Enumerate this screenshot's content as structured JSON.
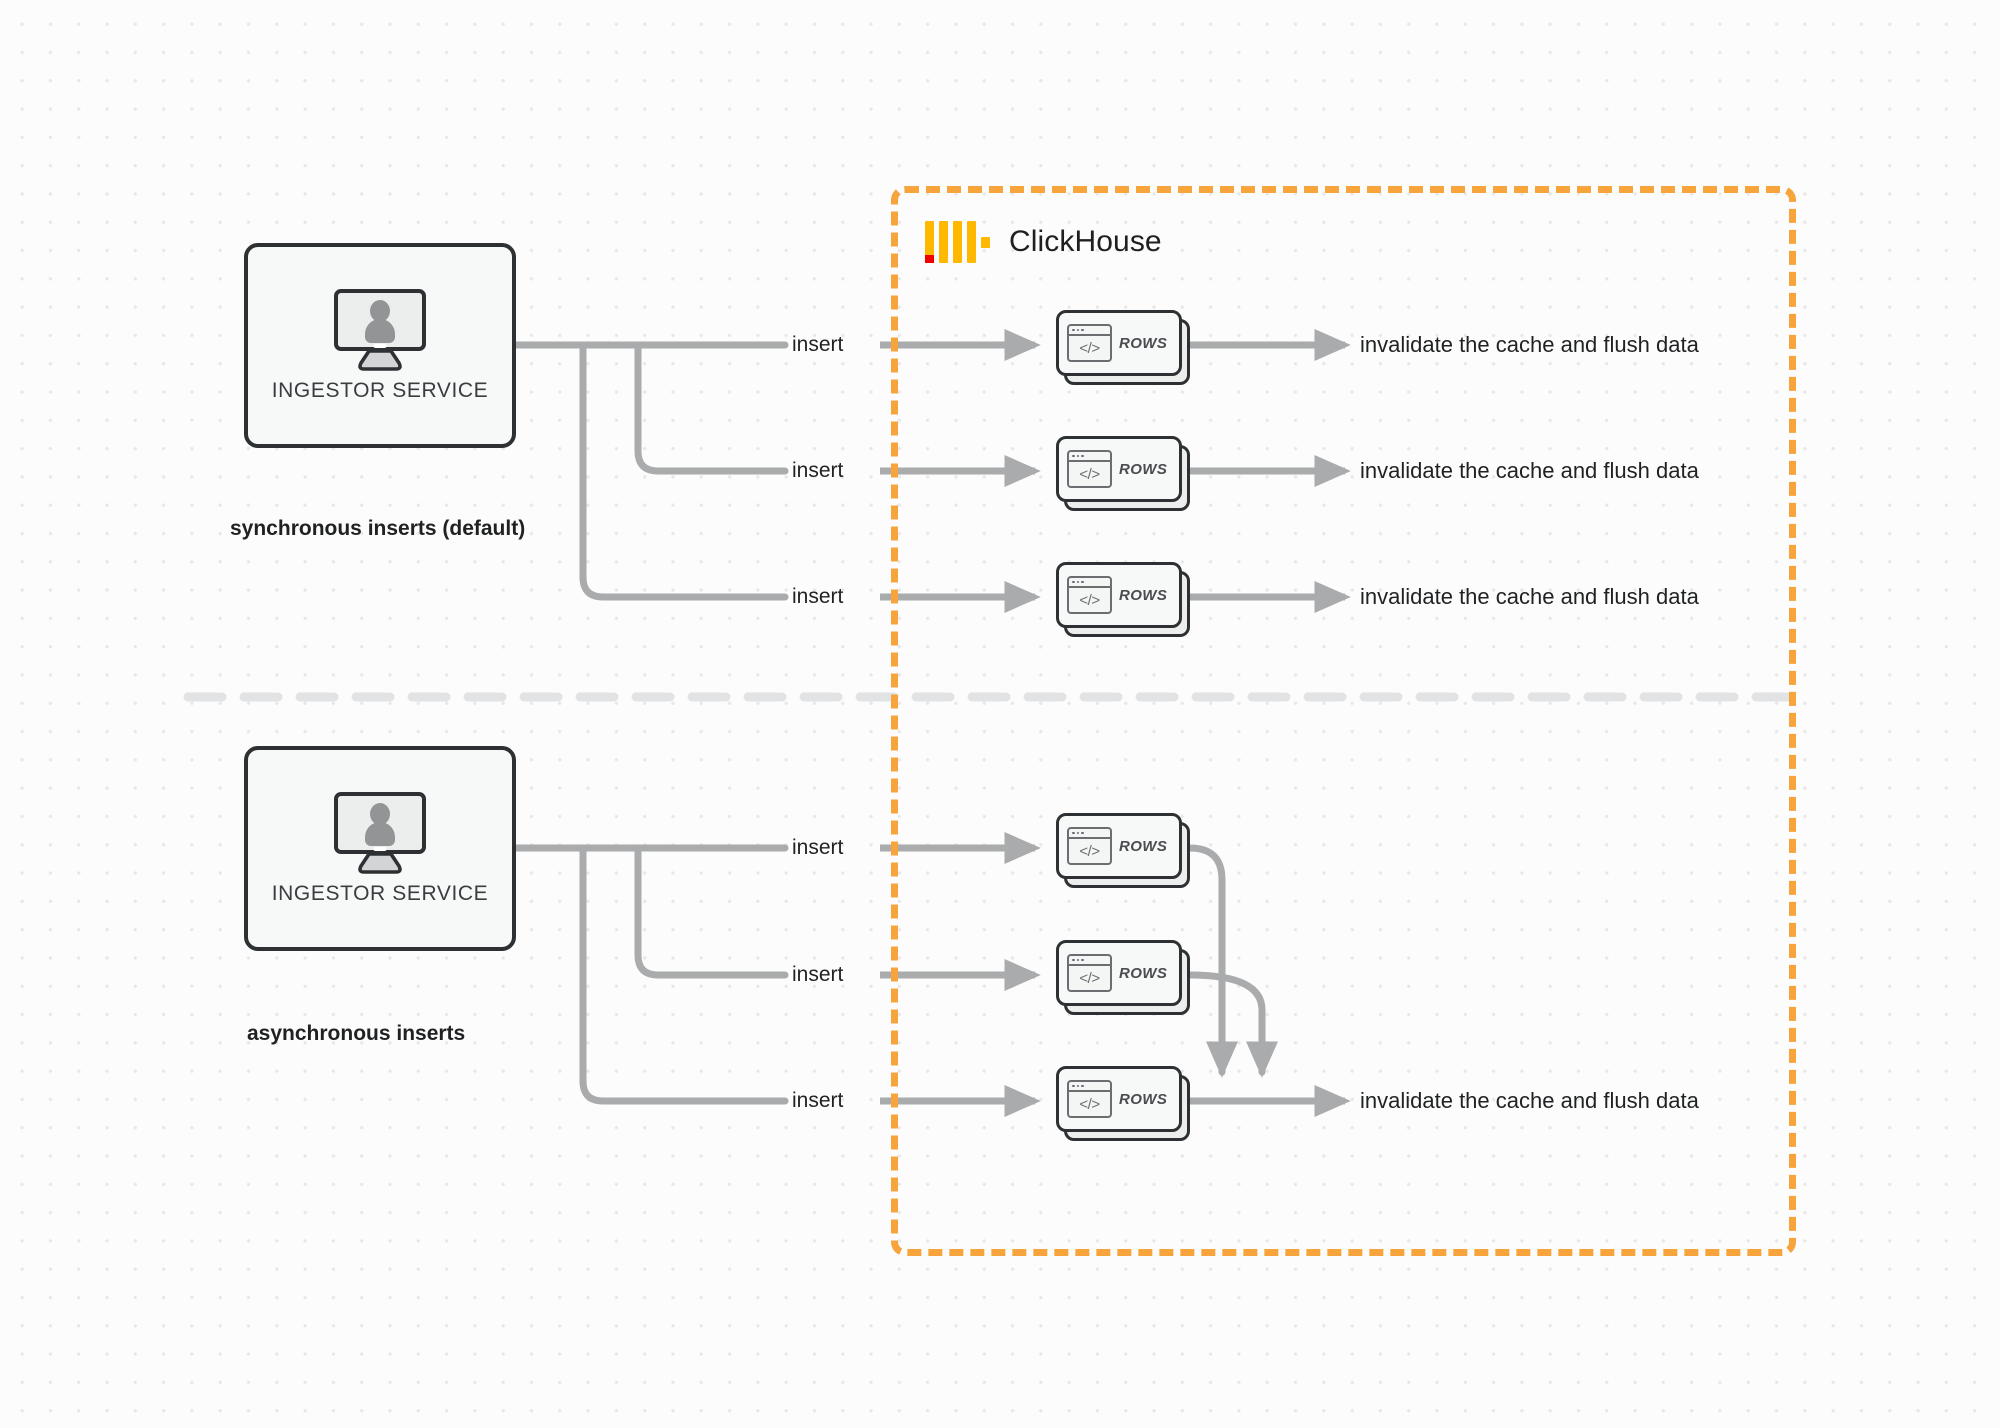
{
  "diagram": {
    "title": "ClickHouse synchronous vs asynchronous inserts",
    "background_color": "#fcfcfc",
    "accent_color": "#f8a43c",
    "logo_bar_color": "#ffb800",
    "logo_accent_color": "#f10000",
    "line_color": "#a9abad"
  },
  "clickhouse_region": {
    "brand_name": "ClickHouse",
    "logo_icon": "clickhouse-logo-icon",
    "border_style": "dashed",
    "border_color": "#f8a43c"
  },
  "sections": [
    {
      "id": "synchronous",
      "caption": "synchronous inserts (default)",
      "service": {
        "label": "INGESTOR SERVICE",
        "icon": "monitor-user-icon"
      },
      "rows": [
        {
          "insert_label": "insert",
          "card_label": "ROWS",
          "card_icon": "code-window-icon",
          "result_label": "invalidate the cache and flush data"
        },
        {
          "insert_label": "insert",
          "card_label": "ROWS",
          "card_icon": "code-window-icon",
          "result_label": "invalidate the cache and flush data"
        },
        {
          "insert_label": "insert",
          "card_label": "ROWS",
          "card_icon": "code-window-icon",
          "result_label": "invalidate the cache and flush data"
        }
      ]
    },
    {
      "id": "asynchronous",
      "caption": "asynchronous inserts",
      "service": {
        "label": "INGESTOR SERVICE",
        "icon": "monitor-user-icon"
      },
      "rows": [
        {
          "insert_label": "insert",
          "card_label": "ROWS",
          "card_icon": "code-window-icon",
          "result_label": ""
        },
        {
          "insert_label": "insert",
          "card_label": "ROWS",
          "card_icon": "code-window-icon",
          "result_label": ""
        },
        {
          "insert_label": "insert",
          "card_label": "ROWS",
          "card_icon": "code-window-icon",
          "result_label": "invalidate the cache and flush data"
        }
      ]
    }
  ]
}
